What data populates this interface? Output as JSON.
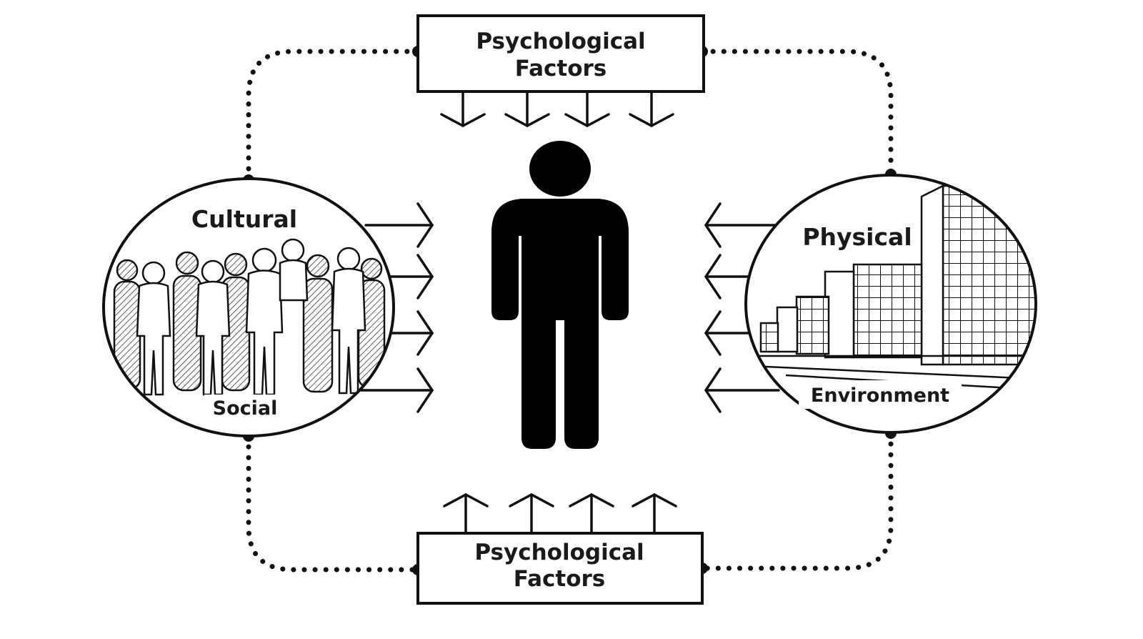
{
  "diagram": {
    "top_box": {
      "line1": "Psychological",
      "line2": "Factors"
    },
    "bottom_box": {
      "line1": "Psychological",
      "line2": "Factors"
    },
    "left_circle": {
      "top_label": "Cultural",
      "bottom_label": "Social"
    },
    "right_circle": {
      "top_label": "Physical",
      "bottom_label": "Environment"
    },
    "center_figure": "person-icon",
    "colors": {
      "ink": "#111111",
      "background": "#ffffff"
    }
  }
}
